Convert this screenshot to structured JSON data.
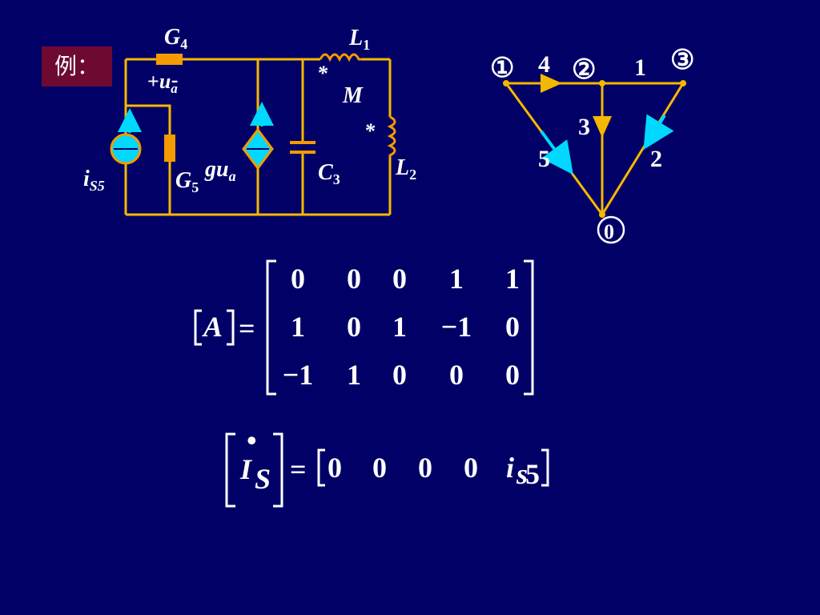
{
  "example_label": "例：",
  "circuit": {
    "g4": "G",
    "g4_sub": "4",
    "l1": "L",
    "l1_sub": "1",
    "l2": "L",
    "l2_sub": "2",
    "mutual": "M",
    "dot_mark": "*",
    "ua_plus": "+",
    "ua": "u",
    "ua_sub": "a",
    "ua_minus": "-",
    "is5": "i",
    "is5_sub": "S5",
    "g5": "G",
    "g5_sub": "5",
    "gua": "gu",
    "gua_sub": "a",
    "c3": "C",
    "c3_sub": "3"
  },
  "graph": {
    "nodes": [
      "①",
      "②",
      "③",
      "0"
    ],
    "branches": [
      "4",
      "1",
      "3",
      "5",
      "2"
    ]
  },
  "matrix_a": {
    "name": "A",
    "equals": "=",
    "rows": [
      [
        "0",
        "0",
        "0",
        "1",
        "1"
      ],
      [
        "1",
        "0",
        "1",
        "−1",
        "0"
      ],
      [
        "−1",
        "1",
        "0",
        "0",
        "0"
      ]
    ]
  },
  "vector_is": {
    "name": "I",
    "sub": "S",
    "dot": "•",
    "equals": "=",
    "values": [
      "0",
      "0",
      "0",
      "0"
    ],
    "last_var": "i",
    "last_sub_s": "s",
    "last_sub_n": "5"
  },
  "colors": {
    "background": "#000066",
    "wire": "#f5b800",
    "element": "#f59a00",
    "arrow": "#00d8ff",
    "label_box": "#6e0a32"
  }
}
